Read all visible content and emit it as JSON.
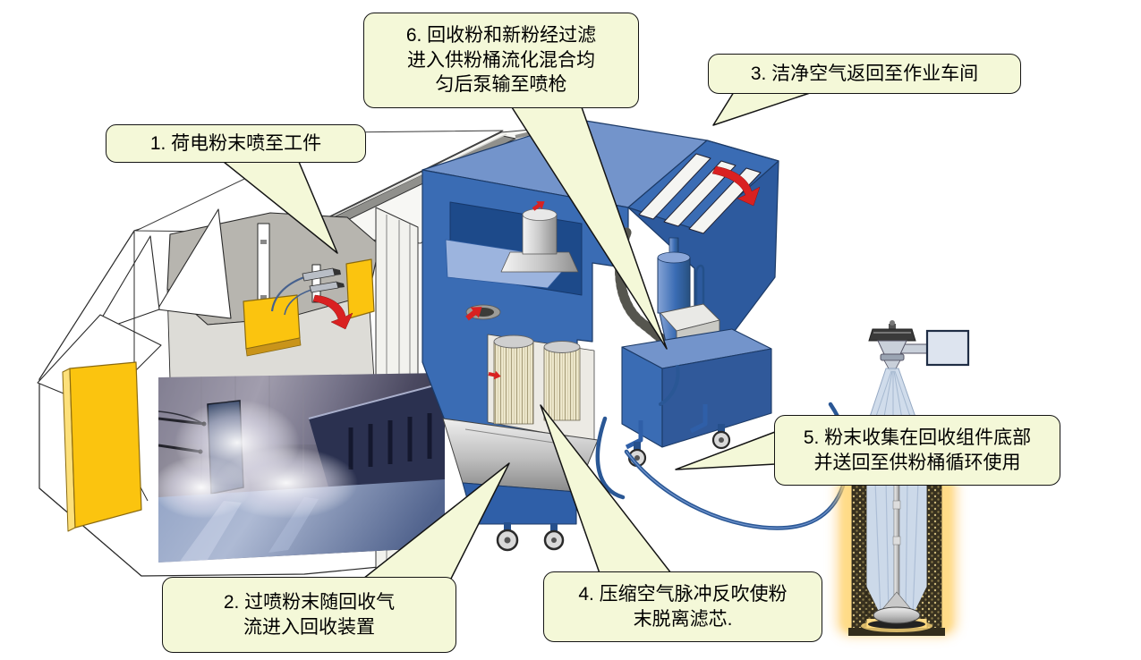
{
  "figure": {
    "kind": "powder-coating-recovery-process-diagram"
  },
  "callouts": [
    {
      "number": "1",
      "lines": [
        "1. 荷电粉末喷至工件"
      ]
    },
    {
      "number": "2",
      "lines": [
        "2. 过喷粉末随回收气",
        "流进入回收装置"
      ]
    },
    {
      "number": "3",
      "lines": [
        "3. 洁净空气返回至作业车间"
      ]
    },
    {
      "number": "4",
      "lines": [
        "4. 压缩空气脉冲反吹使粉",
        "末脱离滤芯."
      ]
    },
    {
      "number": "5",
      "lines": [
        "5. 粉末收集在回收组件底部",
        "并送回至供粉桶循环使用"
      ]
    },
    {
      "number": "6",
      "lines": [
        "6. 回收粉和新粉经过滤",
        "进入供粉桶流化混合均",
        "匀后泵输至喷枪"
      ]
    }
  ],
  "colors": {
    "callout_fill": "#F4F8D8",
    "callout_border": "#141414",
    "machine_blue": "#3A6CB4",
    "machine_blue_light": "#7394CB",
    "machine_blue_dark": "#1D4A8A",
    "workpiece_yellow": "#FBC40F",
    "arrow_red": "#D92121",
    "filter_pleat_cream": "#EFE9CE",
    "cartridge_glow_orange": "#FFC14D",
    "spray_cone_blue": "#CCD9E9"
  }
}
